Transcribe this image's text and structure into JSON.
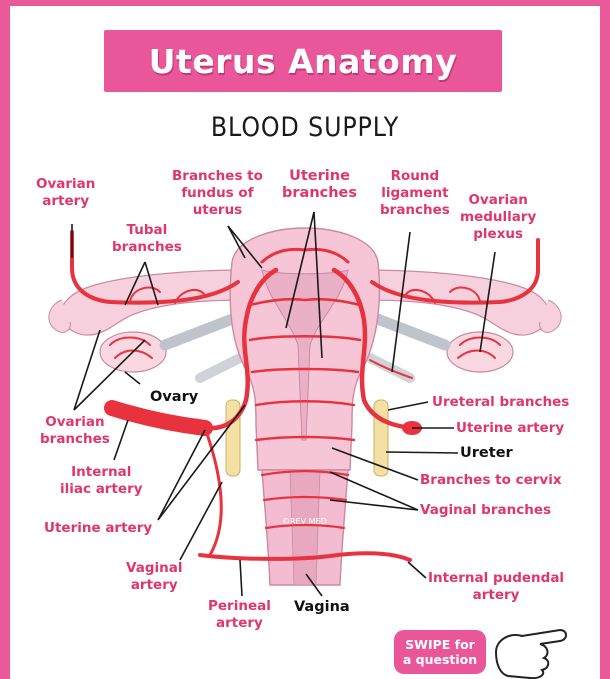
{
  "title": "Uterus Anatomy",
  "subtitle": "BLOOD SUPPLY",
  "labels": {
    "ovarian_artery": "Ovarian\nartery",
    "branches_to_fundus": "Branches to\nfundus of\nuterus",
    "uterine_branches": "Uterine\nbranches",
    "round_ligament_branches": "Round\nligament\nbranches",
    "ovarian_medullary_plexus": "Ovarian\nmedullary\nplexus",
    "tubal_branches": "Tubal\nbranches",
    "ovary": "Ovary",
    "ovarian_branches": "Ovarian\nbranches",
    "internal_iliac_artery": "Internal\niliac artery",
    "uterine_artery_left": "Uterine artery",
    "vaginal_artery": "Vaginal\nartery",
    "perineal_artery": "Perineal\nartery",
    "vagina": "Vagina",
    "ureteral_branches": "Ureteral branches",
    "uterine_artery_right": "Uterine artery",
    "ureter": "Ureter",
    "branches_to_cervix": "Branches to cervix",
    "vaginal_branches": "Vaginal branches",
    "internal_pudendal_artery": "Internal pudendal\nartery"
  },
  "watermark": "©REV MED",
  "swipe_button": "SWIPE for\na question",
  "colors": {
    "accent": "#e9579a",
    "label": "#e0356f",
    "artery": "#e8333f",
    "tissue": "#f6c6d6"
  },
  "icons": [
    "pointing-hand-icon"
  ]
}
